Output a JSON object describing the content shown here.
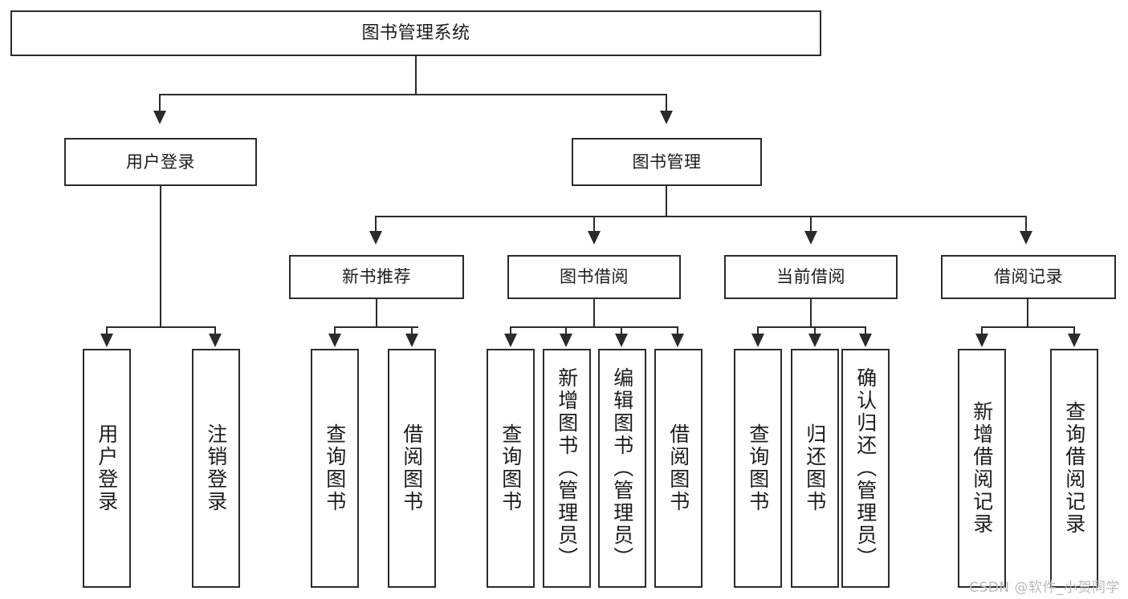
{
  "diagram": {
    "title": "图书管理系统",
    "type": "tree",
    "orientation": "top-down",
    "background_color": "#ffffff",
    "line_color": "#2b2b2b",
    "box_fill": "#ffffff",
    "watermark": "CSDN @软件_小贺同学"
  },
  "nodes": {
    "root": {
      "label": "图书管理系统"
    },
    "level2": [
      {
        "label": "用户登录"
      },
      {
        "label": "图书管理"
      }
    ],
    "level3": [
      {
        "label": "新书推荐"
      },
      {
        "label": "图书借阅"
      },
      {
        "label": "当前借阅"
      },
      {
        "label": "借阅记录"
      }
    ],
    "leaves": {
      "user_login": [
        {
          "label": "用户登录"
        },
        {
          "label": "注销登录"
        }
      ],
      "new_book_recommend": [
        {
          "label": "查询图书"
        },
        {
          "label": "借阅图书"
        }
      ],
      "book_borrow": [
        {
          "label": "查询图书"
        },
        {
          "label": "新增图书（管理员）"
        },
        {
          "label": "编辑图书（管理员）"
        },
        {
          "label": "借阅图书"
        }
      ],
      "current_borrow": [
        {
          "label": "查询图书"
        },
        {
          "label": "归还图书"
        },
        {
          "label": "确认归还（管理员）"
        }
      ],
      "borrow_record": [
        {
          "label": "新增借阅记录"
        },
        {
          "label": "查询借阅记录"
        }
      ]
    }
  }
}
